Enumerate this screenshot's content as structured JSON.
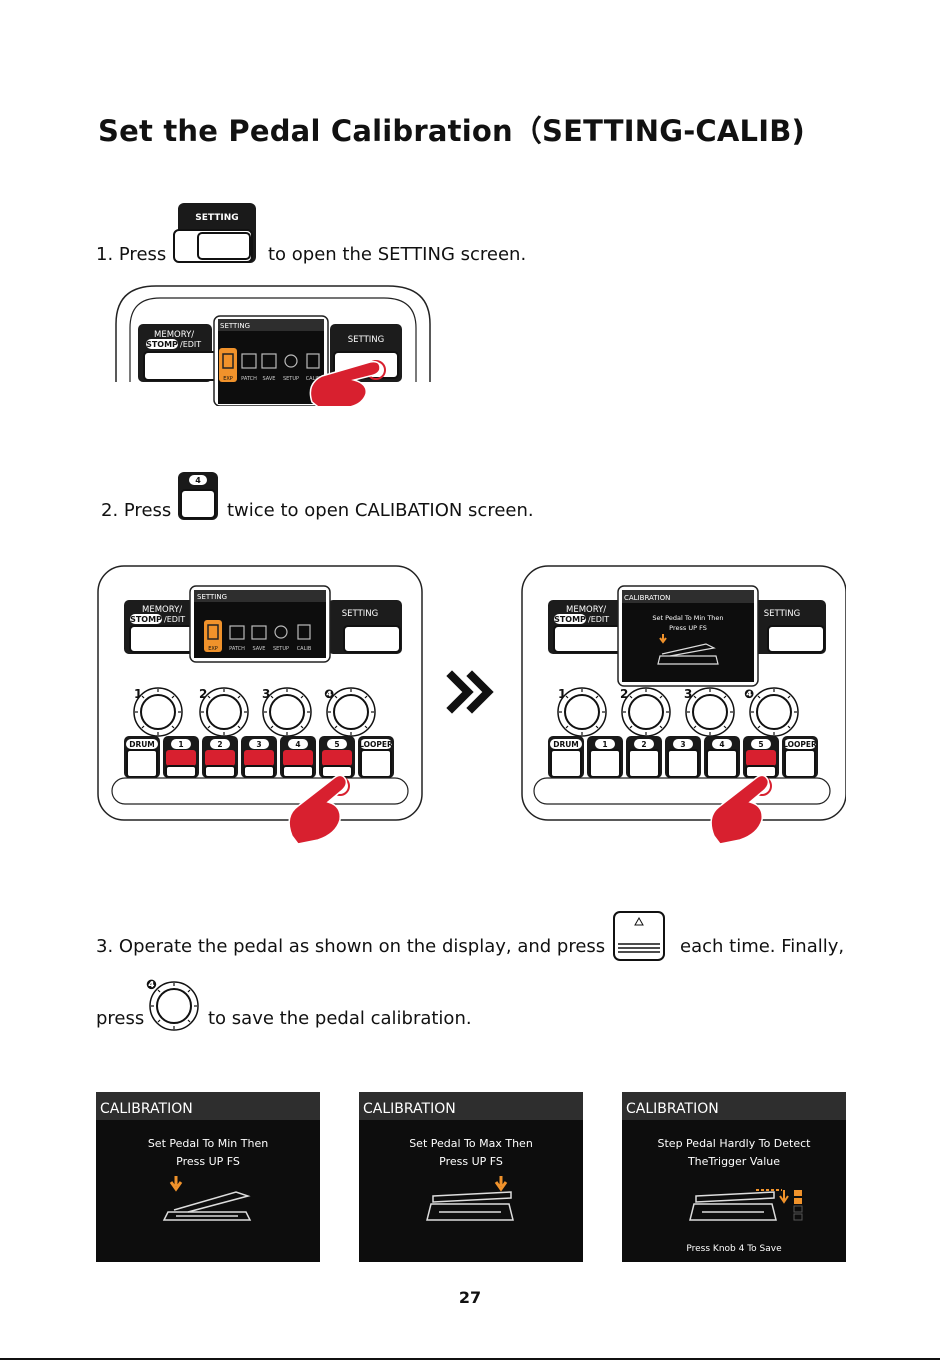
{
  "title": "Set the Pedal Calibration（SETTING-CALIB)",
  "steps": {
    "s1_pre": "1. Press",
    "s1_post": "to open the SETTING screen.",
    "s2_pre": "2. Press",
    "s2_post": "twice to open CALIBATION screen.",
    "s3_line1_pre": "3. Operate the pedal as shown on the display, and press",
    "s3_line1_post": "each time. Finally,",
    "s3_line2_pre": "press",
    "s3_line2_post": "to save the pedal calibration."
  },
  "icons": {
    "setting_button_label": "SETTING",
    "knob_number": "4",
    "small_knob_marker": "❹"
  },
  "device": {
    "memory_label": "MEMORY/",
    "stomp_label": "STOMP",
    "edit_label": "/EDIT",
    "setting_label": "SETTING",
    "screen_title": "SETTING",
    "menu": [
      "EXP",
      "PATCH",
      "SAVE",
      "SETUP",
      "CALIB"
    ],
    "knob_labels": [
      "1",
      "2",
      "3",
      "❹"
    ],
    "footswitch_labels": [
      "DRUM",
      "1",
      "2",
      "3",
      "4",
      "5",
      "LOOPER"
    ],
    "calib_title": "CALIBRATION",
    "calib_line1": "Set Pedal To Min Then",
    "calib_line2": "Press UP FS"
  },
  "screens": [
    {
      "title": "CALIBRATION",
      "line1": "Set Pedal To Min Then",
      "line2": "Press UP FS",
      "footer": ""
    },
    {
      "title": "CALIBRATION",
      "line1": "Set Pedal To Max Then",
      "line2": "Press UP FS",
      "footer": ""
    },
    {
      "title": "CALIBRATION",
      "line1": "Step Pedal Hardly To Detect",
      "line2": "TheTrigger Value",
      "footer": "Press Knob 4 To Save"
    }
  ],
  "page_number": "27",
  "colors": {
    "accent_orange": "#f0922b",
    "red": "#d8202f",
    "screen_bg": "#0d0d0d",
    "screen_header": "#2e2e2e"
  }
}
